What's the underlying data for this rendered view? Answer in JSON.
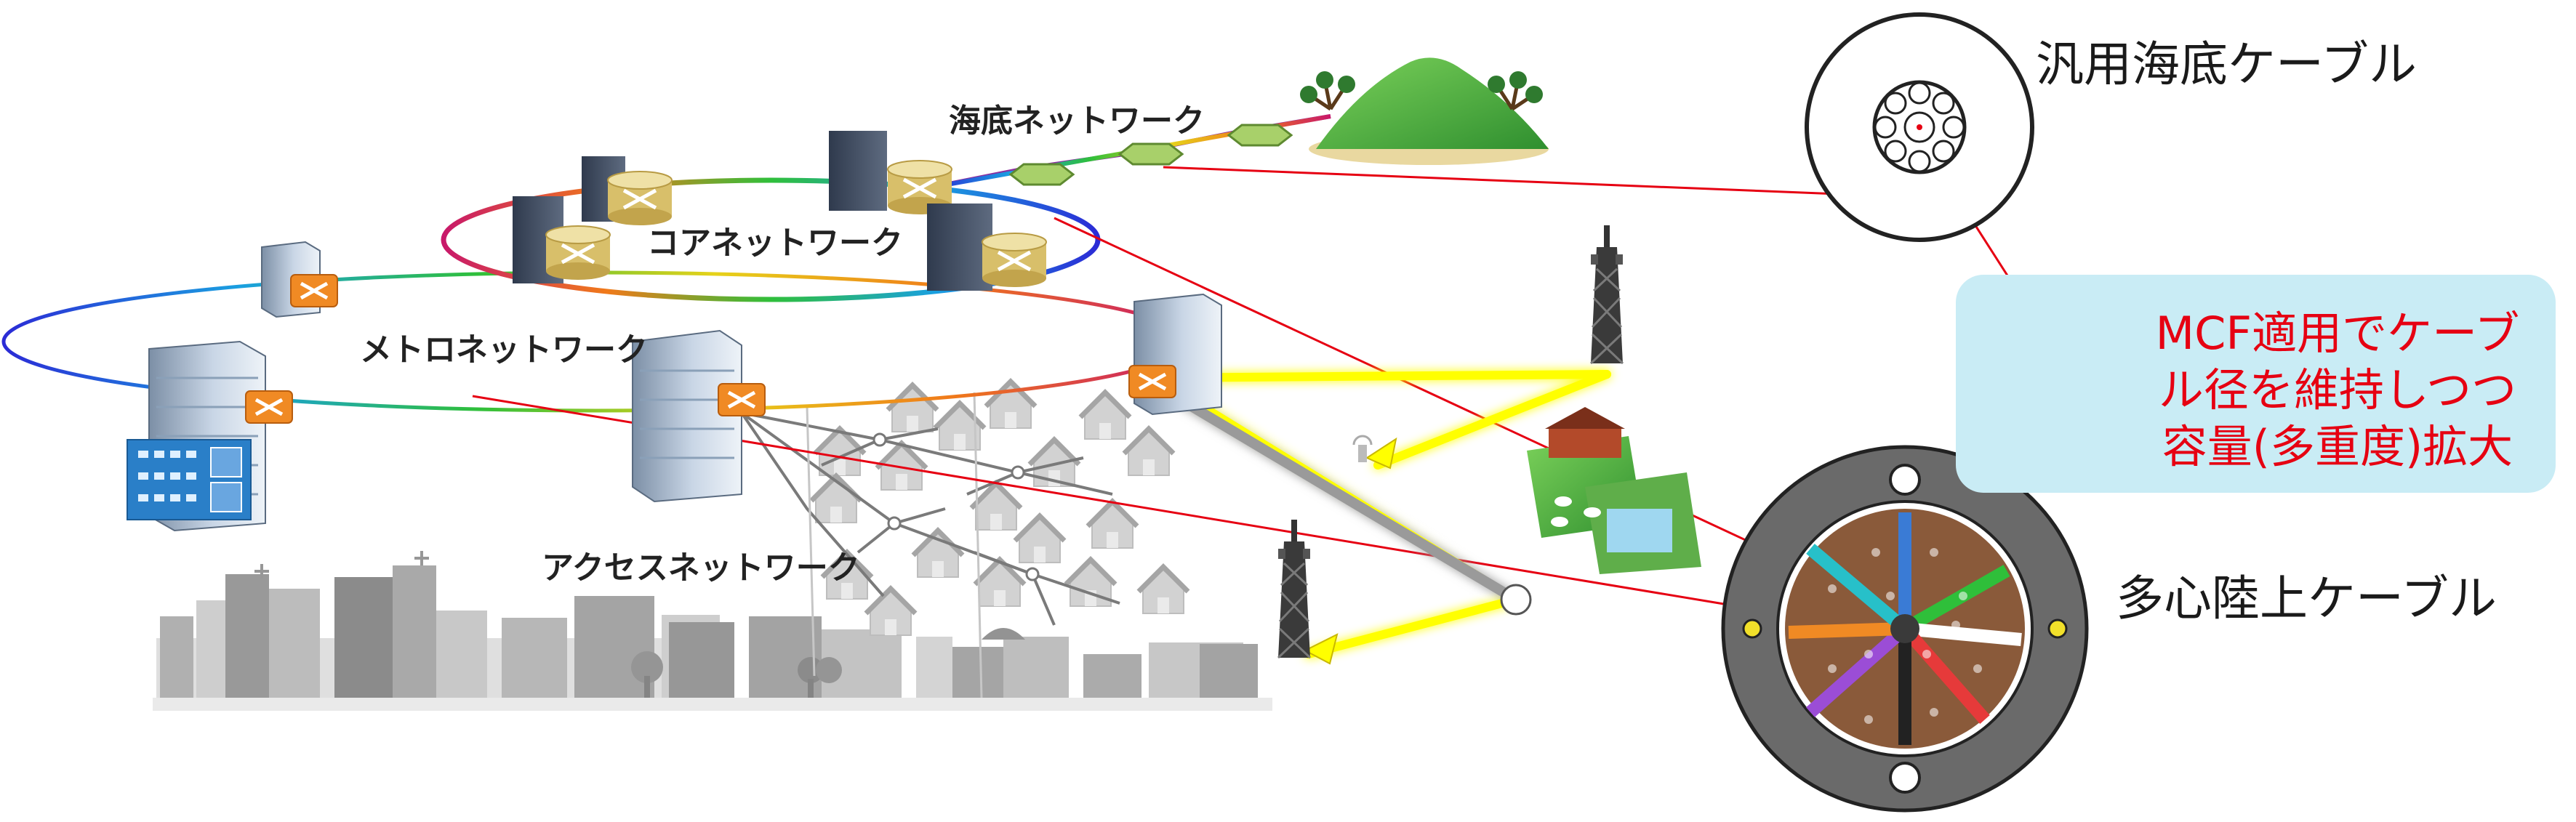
{
  "labels": {
    "submarine_network": "海底ネットワーク",
    "core_network": "コアネットワーク",
    "metro_network": "メトロネットワーク",
    "access_network": "アクセスネットワーク",
    "general_submarine_cable": "汎用海底ケーブル",
    "multicore_land_cable": "多心陸上ケーブル"
  },
  "callout": {
    "line1": "MCF適用でケーブ",
    "line2": "ル径を維持しつつ",
    "line3": "容量(多重度)拡大"
  },
  "colors": {
    "callout_bg": "#c9ecf5",
    "callout_text": "#e60012",
    "link_line": "#e60012",
    "wireless_arrow": "#ffff00",
    "router": "#f08a24",
    "core_router": "#d8bf6a",
    "cable_jacket": "#6a6a6a"
  }
}
